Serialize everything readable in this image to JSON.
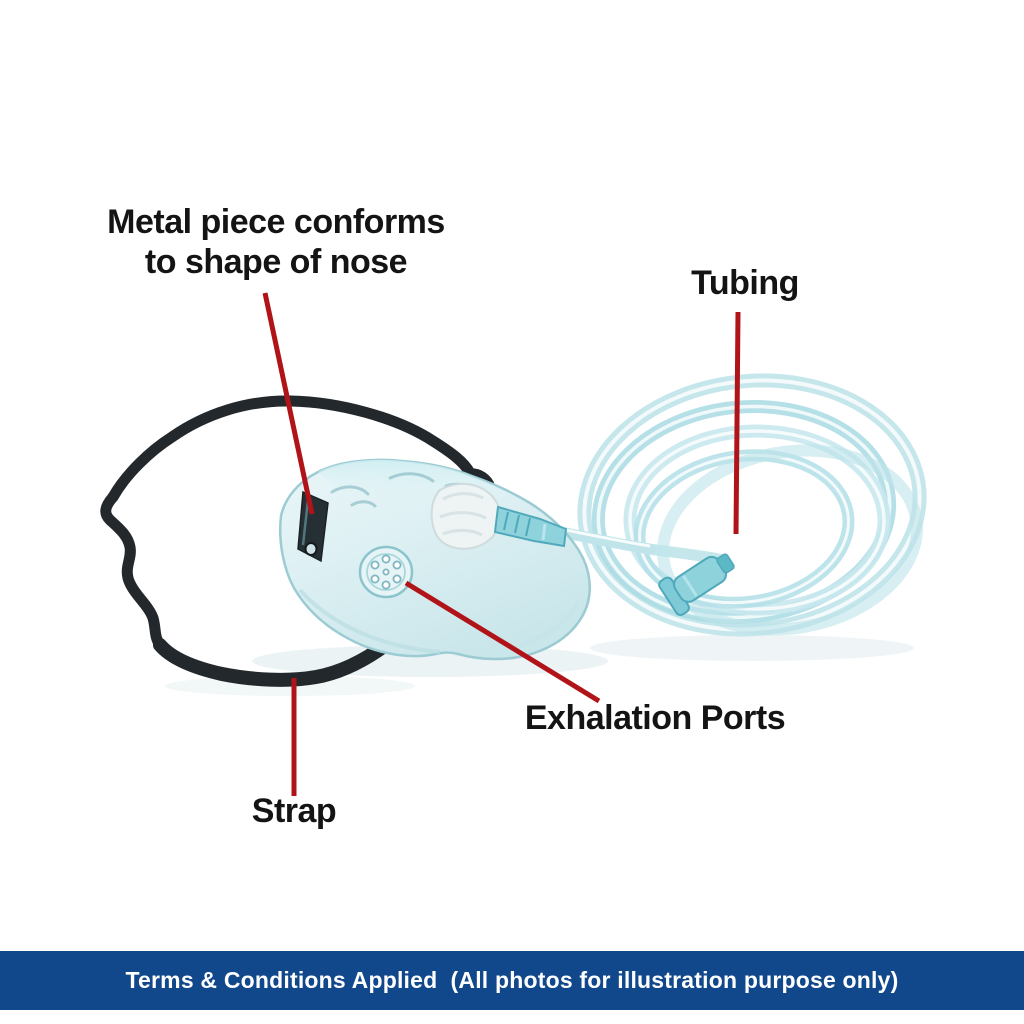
{
  "labels": {
    "metal_piece": {
      "line1": "Metal piece conforms",
      "line2": "to shape of nose"
    },
    "tubing": "Tubing",
    "exhalation_ports": "Exhalation Ports",
    "strap": "Strap"
  },
  "footer": {
    "text": "Terms & Conditions Applied  (All photos for illustration purpose only)"
  },
  "colors": {
    "callout_line": "#b11418",
    "banner_bg": "#11478b",
    "banner_text": "#ffffff",
    "label_text": "#141414",
    "background": "#ffffff",
    "mask_tint": "#d9eef1",
    "tubing_tint": "#bfe4ea",
    "strap_black": "#22282b"
  }
}
